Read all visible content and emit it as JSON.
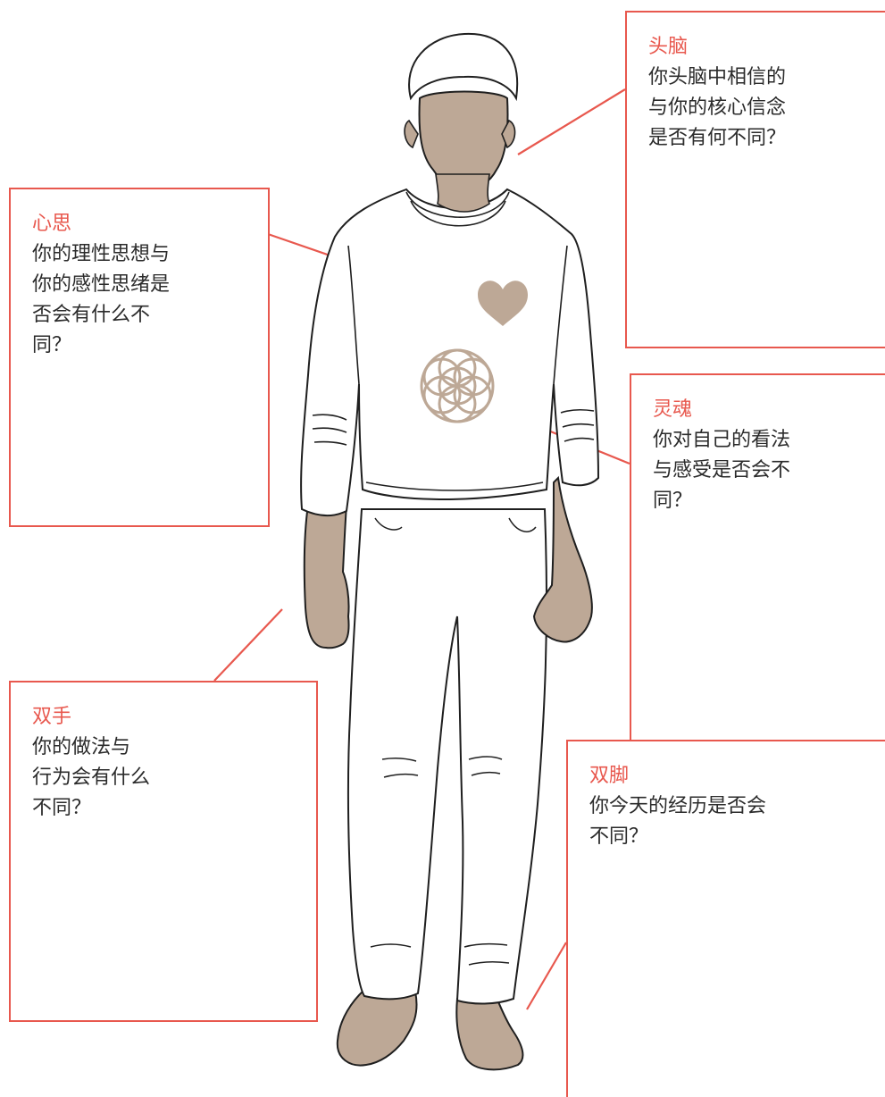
{
  "colors": {
    "accent": "#e8584e",
    "skin": "#bda896",
    "outline": "#1f1f1f"
  },
  "labels": {
    "head": {
      "title": "头脑",
      "lines": [
        "你头脑中相信的",
        "与你的核心信念",
        "是否有何不同？"
      ]
    },
    "mind": {
      "title": "心思",
      "lines": [
        "你的理性思想与",
        "你的感性思绪是",
        "否会有什么不",
        "同？"
      ]
    },
    "soul": {
      "title": "灵魂",
      "lines": [
        "你对自己的看法",
        "与感受是否会不",
        "同？"
      ]
    },
    "hands": {
      "title": "双手",
      "lines": [
        "你的做法与",
        "行为会有什么",
        "不同？"
      ]
    },
    "feet": {
      "title": "双脚",
      "lines": [
        "你今天的经历是否会",
        "不同？"
      ]
    }
  },
  "icons": [
    "heart-icon",
    "flower-of-life-icon"
  ]
}
